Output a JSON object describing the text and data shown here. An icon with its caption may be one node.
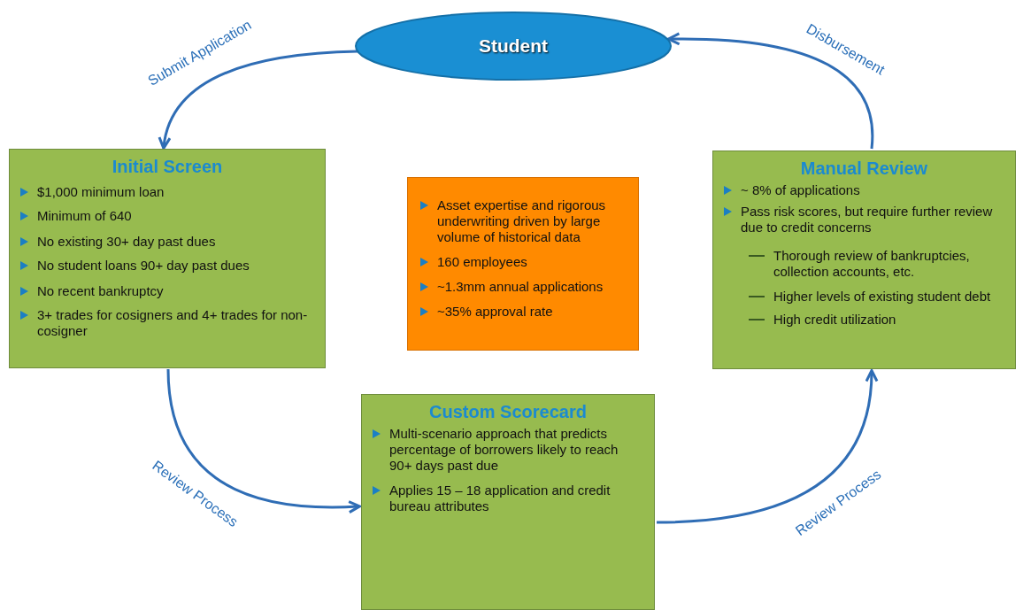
{
  "diagram": {
    "nodes": [
      {
        "text": [
          "Student"
        ]
      },
      {
        "text": [
          "Initial Screen",
          "$1,000 minimum loan",
          "Minimum of 640",
          "No existing 30+ day past dues",
          "No student loans 90+ day past dues",
          "No recent bankruptcy",
          "3+ trades for cosigners and 4+ trades for non-cosigner"
        ]
      },
      {
        "text": [
          "Asset expertise and rigorous underwriting driven by large volume of historical data",
          "160 employees",
          "~1.3mm annual applications",
          "~35% approval rate"
        ]
      },
      {
        "text": [
          "Custom Scorecard",
          "Multi-scenario approach that predicts percentage of borrowers likely to reach 90+ days past due",
          "Applies 15 – 18 application and credit bureau attributes"
        ]
      },
      {
        "text": [
          "Manual Review",
          "~ 8% of applications",
          "Pass risk scores, but require further review due to  credit concerns",
          "Thorough review of bankruptcies, collection accounts, etc.",
          "Higher levels of existing student debt",
          "High credit utilization"
        ]
      }
    ],
    "edges": [
      {
        "from": 0,
        "to": 1,
        "arrow": "to",
        "label": "Submit Application"
      },
      {
        "from": 1,
        "to": 3,
        "arrow": "to",
        "label": "Review Process"
      },
      {
        "from": 3,
        "to": 4,
        "arrow": "to",
        "label": "Review Process"
      },
      {
        "from": 4,
        "to": 0,
        "arrow": "to",
        "label": "Disbursement"
      }
    ]
  }
}
